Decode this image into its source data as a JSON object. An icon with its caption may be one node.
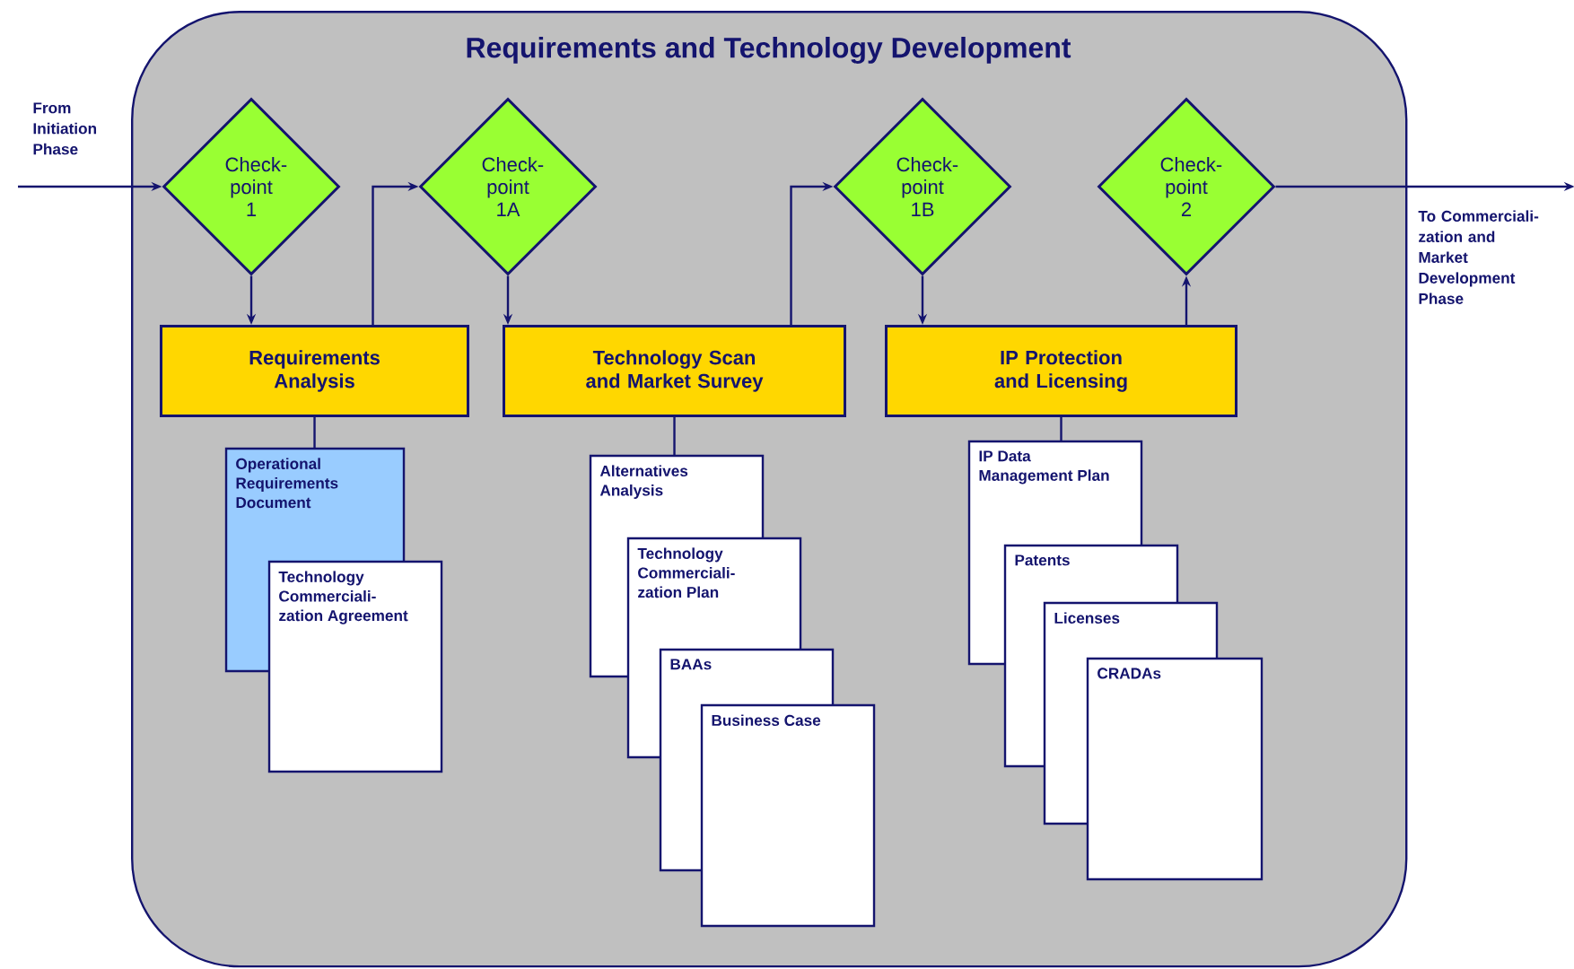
{
  "diagram": {
    "nodes": [
      {
        "text": [
          "Requirements and Technology Development"
        ]
      },
      {
        "text": [
          "Check-point 1"
        ],
        "in": 0
      },
      {
        "text": [
          "Requirements Analysis"
        ],
        "in": 0
      },
      {
        "text": [
          "Check-point 1A"
        ],
        "in": 0
      },
      {
        "text": [
          "Technology Scan and Market Survey"
        ],
        "in": 0
      },
      {
        "text": [
          "Check-point 1B"
        ],
        "in": 0
      },
      {
        "text": [
          "IP Protection and Licensing"
        ],
        "in": 0
      },
      {
        "text": [
          "Check-point 2"
        ],
        "in": 0
      },
      {
        "text": [
          "Operational Requirements Document"
        ],
        "in": 0
      },
      {
        "text": [
          "Technology Commerciali-zation Agreement"
        ],
        "in": 0
      },
      {
        "text": [
          "Alternatives Analysis"
        ],
        "in": 0
      },
      {
        "text": [
          "Technology Commerciali-zation Plan"
        ],
        "in": 0
      },
      {
        "text": [
          "BAAs"
        ],
        "in": 0
      },
      {
        "text": [
          "Business Case"
        ],
        "in": 0
      },
      {
        "text": [
          "IP Data Management Plan"
        ],
        "in": 0
      },
      {
        "text": [
          "Patents"
        ],
        "in": 0
      },
      {
        "text": [
          "Licenses"
        ],
        "in": 0
      },
      {
        "text": [
          "CRADAs"
        ],
        "in": 0
      },
      {
        "text": [
          "From Initiation Phase"
        ]
      },
      {
        "text": [
          "To Commerciali-zation and Market Development Phase"
        ]
      }
    ],
    "edges": [
      {
        "from": 18,
        "to": 1,
        "arrow": "to"
      },
      {
        "from": 1,
        "to": 2,
        "arrow": "to"
      },
      {
        "from": 2,
        "to": 3,
        "arrow": "to"
      },
      {
        "from": 3,
        "to": 4,
        "arrow": "to"
      },
      {
        "from": 4,
        "to": 5,
        "arrow": "to"
      },
      {
        "from": 5,
        "to": 6,
        "arrow": "to"
      },
      {
        "from": 6,
        "to": 7,
        "arrow": "to"
      },
      {
        "from": 7,
        "to": 19,
        "arrow": "to"
      },
      {
        "from": 2,
        "to": 8,
        "arrow": "none"
      },
      {
        "from": 4,
        "to": 10,
        "arrow": "none"
      },
      {
        "from": 6,
        "to": 14,
        "arrow": "none"
      }
    ]
  }
}
